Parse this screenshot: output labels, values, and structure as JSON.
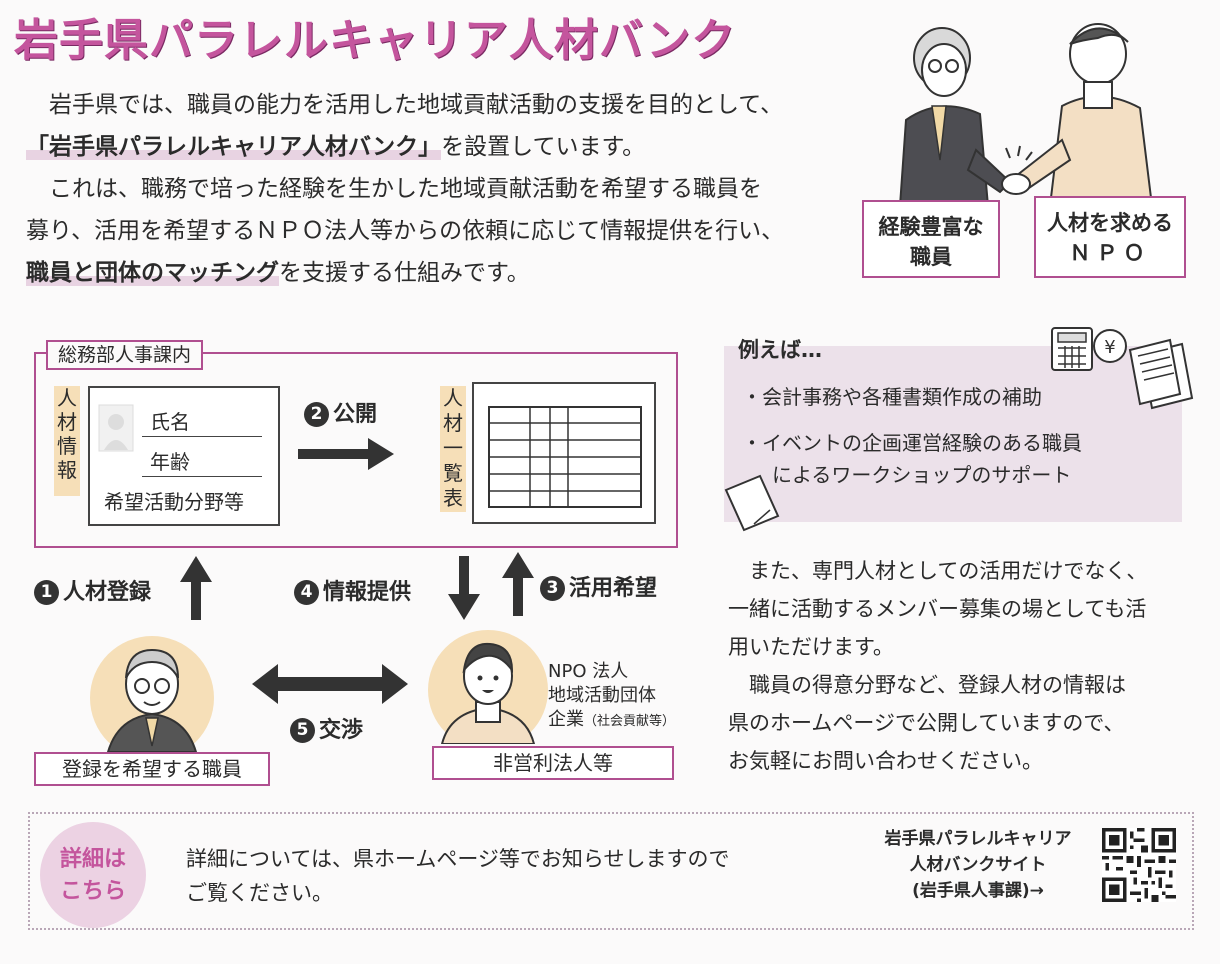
{
  "title": "岩手県パラレルキャリア人材バンク",
  "intro": {
    "line1": "岩手県では、職員の能力を活用した地域貢献活動の支援を目的として、",
    "bank_name": "「岩手県パラレルキャリア人材バンク」",
    "line2_rest": "を設置しています。",
    "line3": "これは、職務で培った経験を生かした地域貢献活動を希望する職員を",
    "line4": "募り、活用を希望するＮＰＯ法人等からの依頼に応じて情報提供を行い、",
    "matching": "職員と団体のマッチング",
    "line5_rest": "を支援する仕組みです。"
  },
  "hero": {
    "staff_label": "経験豊富な職員",
    "staff_label_l1": "経験豊富な",
    "staff_label_l2": "職員",
    "npo_label_l1": "人材を求める",
    "npo_label_l2": "ＮＰＯ"
  },
  "diagram": {
    "dept": "総務部人事課内",
    "jinzai_joho": "人材情報",
    "card_fields": [
      "氏名",
      "年齢",
      "希望活動分野等"
    ],
    "jinzai_ichiran": "人材一覧表",
    "step1_num": "1",
    "step1": "人材登録",
    "step2_num": "2",
    "step2": "公開",
    "step3_num": "3",
    "step3": "活用希望",
    "step4_num": "4",
    "step4": "情報提供",
    "step5_num": "5",
    "step5": "交渉",
    "staff_box": "登録を希望する職員",
    "npo_box": "非営利法人等",
    "npo_types": [
      "NPO 法人",
      "地域活動団体",
      "企業"
    ],
    "npo_note": "（社会貢献等）"
  },
  "example": {
    "title": "例えば…",
    "item1": "・会計事務や各種書類作成の補助",
    "item2_l1": "・イベントの企画運営経験のある職員",
    "item2_l2": "によるワークショップのサポート"
  },
  "right_text": {
    "p1_l1": "また、専門人材としての活用だけでなく、",
    "p1_l2": "一緒に活動するメンバー募集の場としても活",
    "p1_l3": "用いただけます。",
    "p2_l1": "職員の得意分野など、登録人材の情報は",
    "p2_l2": "県のホームページで公開していますので、",
    "p2_l3": "お気軽にお問い合わせください。"
  },
  "footer": {
    "badge_l1": "詳細は",
    "badge_l2": "こちら",
    "text_l1": "詳細については、県ホームページ等でお知らせしますので",
    "text_l2": "ご覧ください。",
    "site_l1": "岩手県パラレルキャリア",
    "site_l2": "人材バンクサイト",
    "site_l3": "(岩手県人事課)→"
  },
  "colors": {
    "accent": "#c4559d",
    "border": "#b04f90",
    "tag": "#f6dfb8",
    "example_bg": "#ece1ea"
  },
  "icons": [
    "handshake-illustration",
    "calculator-icon",
    "yen-coin-icon",
    "documents-icon",
    "notepad-icon",
    "id-photo-icon",
    "qr-code"
  ]
}
